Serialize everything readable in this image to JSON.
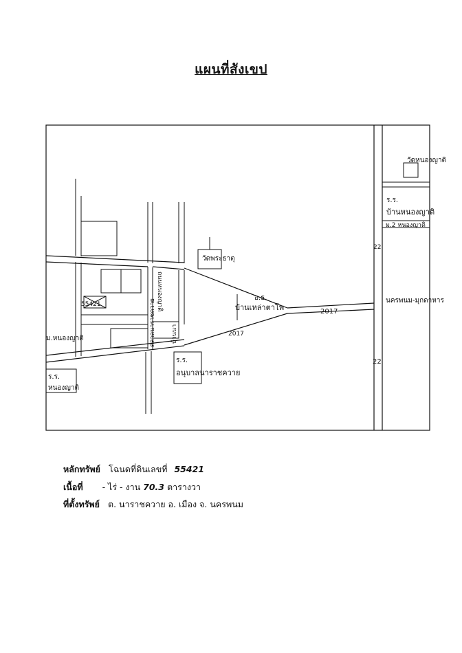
{
  "title": "แผนที่สังเขป",
  "map": {
    "parcel_number": "55421",
    "labels": {
      "school_top_right_line1": "ร.ร.",
      "school_top_right_line2": "บ้านหนองญาติ",
      "temple_top_right": "วัดหนองญาติ",
      "village_top_right": "ม.2 หนองญาติ",
      "road_number_right_top": "22",
      "road_number_right_bottom": "22",
      "city_right": "นครพนม-มุกดาหาร",
      "road_number_center": "2017",
      "road_number_center_lower": "2017",
      "health_center_line1": "อ.ธ.",
      "health_center_line2": "บ้านเหล่าตาโพ",
      "temple_upper": "วัดพระธาตุ",
      "village_left": "ม.หนองญาติ",
      "school_left_line1": "ร.ร.",
      "school_left_line2": "หนองญาติ",
      "school_bottom_line1": "ร.ร.",
      "school_bottom_line2": "อนุบาลนาราชควาย",
      "vertical_road_label": "ถนนหนองญาติ",
      "market_label": "ตลาดนาราชควาย",
      "small_label": "บ้านนา"
    }
  },
  "info": {
    "asset_label": "หลักทรัพย์",
    "asset_value": "โฉนดที่ดินเลขที่",
    "asset_number": "55421",
    "area_label": "เนื้อที่",
    "area_value_rai": "- ไร่ - งาน",
    "area_wah": "70.3",
    "area_unit": "ตารางวา",
    "location_label": "ที่ตั้งทรัพย์",
    "location_value": "ต. นาราชควาย  อ. เมือง  จ. นครพนม"
  }
}
